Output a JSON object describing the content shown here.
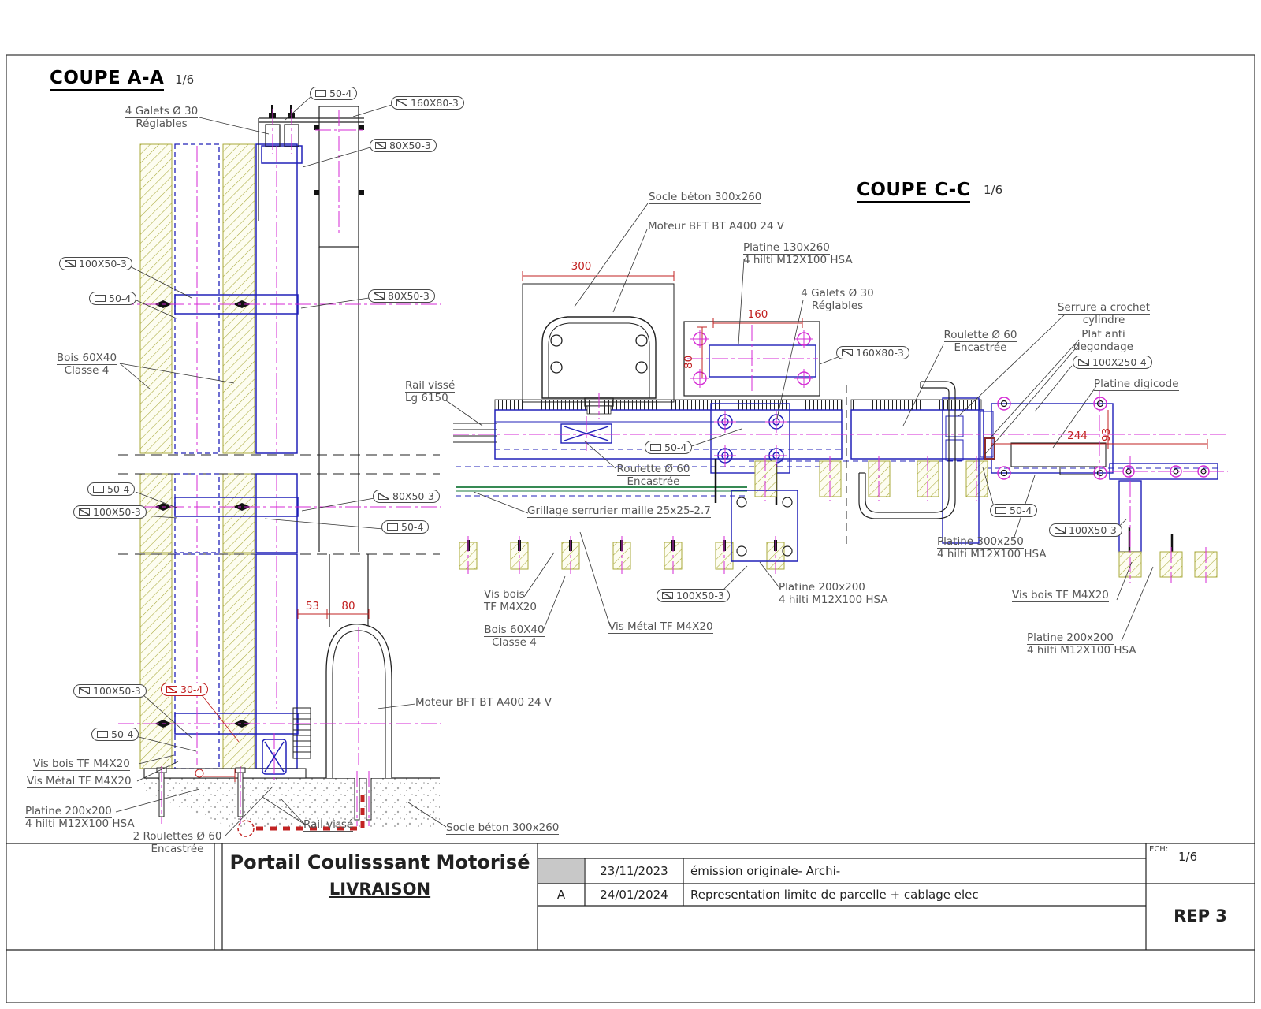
{
  "sheet": {
    "aa_title": "COUPE A-A",
    "aa_scale": "1/6",
    "cc_title": "COUPE C-C",
    "cc_scale": "1/6"
  },
  "pills": {
    "p50": "50-4",
    "p80x50": "80X50-3",
    "p100x50": "100X50-3",
    "p160x80": "160X80-3",
    "p30": "30-4",
    "p100x250": "100X250-4"
  },
  "dims": {
    "d53": "53",
    "d80": "80",
    "d300": "300",
    "d160": "160",
    "d80b": "80",
    "d244": "244",
    "d93": "93"
  },
  "aa": {
    "galets1": "4 Galets Ø 30",
    "galets2": "Réglables",
    "bois1": "Bois 60X40",
    "bois2": "Classe 4",
    "vis_bois": "Vis bois TF M4X20",
    "vis_metal": "Vis Métal TF M4X20",
    "platine1": "Platine 200x200",
    "platine2": "4 hilti M12X100 HSA",
    "roulettes1": "2 Roulettes Ø 60",
    "roulettes2": "Encastrée",
    "rail": "Rail vissé",
    "socle": "Socle béton 300x260",
    "moteur": "Moteur BFT BT A400 24 V"
  },
  "cc": {
    "socle": "Socle béton 300x260",
    "moteur": "Moteur BFT BT A400 24 V",
    "platine130_1": "Platine 130x260",
    "platine130_2": "4 hilti M12X100 HSA",
    "galets1": "4 Galets Ø 30",
    "galets2": "Réglables",
    "roulette1": "Roulette Ø 60",
    "roulette2": "Encastrée",
    "serrure1": "Serrure a crochet",
    "serrure2": "cylindre",
    "plat1": "Plat anti",
    "plat2": "degondage",
    "digicode": "Platine digicode",
    "rail1": "Rail vissé",
    "rail2": "Lg 6150",
    "grillage": "Grillage serrurier maille 25x25-2.7",
    "visbois1": "Vis bois",
    "visbois2": "TF M4X20",
    "bois1": "Bois 60X40",
    "bois2": "Classe 4",
    "vismetal": "Vis Métal TF M4X20",
    "pl200_1": "Platine 200x200",
    "pl200_2": "4 hilti M12X100 HSA",
    "pl300_1": "Platine 300x250",
    "pl300_2": "4 hilti M12X100 HSA",
    "visbois_r": "Vis bois TF M4X20",
    "pl200b_1": "Platine 200x200",
    "pl200b_2": "4 hilti M12X100 HSA"
  },
  "titleblock": {
    "title": "Portail Coulisssant Motorisé",
    "subtitle": "LIVRAISON",
    "rows": [
      {
        "rev": "",
        "date": "23/11/2023",
        "desc": "émission originale- Archi-"
      },
      {
        "rev": "A",
        "date": "24/01/2024",
        "desc": "Representation limite de parcelle + cablage elec"
      }
    ],
    "ech_label": "ECH:",
    "ech_value": "1/6",
    "rep": "REP 3"
  },
  "colors": {
    "line_blue": "#2020b8",
    "centerline_magenta": "#d42ad4",
    "dimension_red": "#c22222",
    "wood_hatch_olive": "#a9a93a",
    "grille_green": "#1a7a3c",
    "label_gray": "#555555"
  }
}
